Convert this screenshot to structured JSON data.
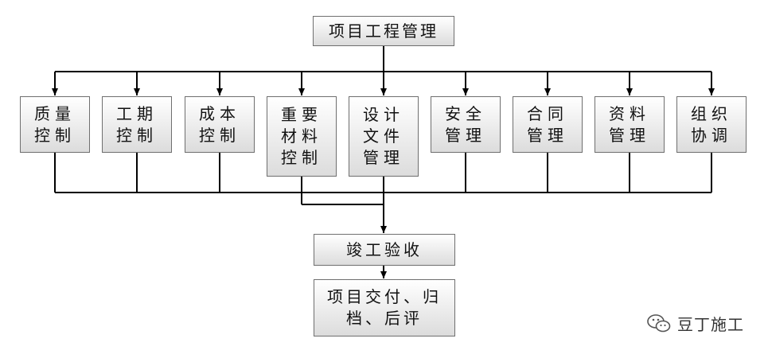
{
  "diagram": {
    "root": "项目工程管理",
    "modules": [
      "质量\n控制",
      "工期\n控制",
      "成本\n控制",
      "重要\n材料\n控制",
      "设计\n文件\n管理",
      "安全\n管理",
      "合同\n管理",
      "资料\n管理",
      "组织\n协调"
    ],
    "acceptance": "竣工验收",
    "delivery": "项目交付、归\n档、后评"
  },
  "watermark": {
    "text": "豆丁施工",
    "icon": "wechat-icon"
  },
  "colors": {
    "line": "#000000",
    "box_border": "#6f6f6f",
    "box_fill_top": "#ffffff",
    "box_fill_bottom": "#dcdcdc"
  }
}
